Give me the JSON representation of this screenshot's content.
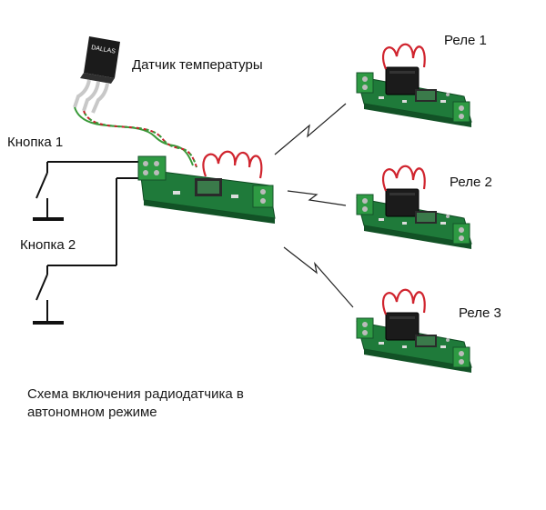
{
  "labels": {
    "sensor": "Датчик температуры",
    "button1": "Кнопка 1",
    "button2": "Кнопка 2",
    "relay1": "Реле 1",
    "relay2": "Реле 2",
    "relay3": "Реле 3",
    "caption": "Схема включения радиодатчика в автономном режиме",
    "sensor_chip_text": "DALLAS"
  },
  "colors": {
    "pcb": "#1f7a3a",
    "pcb_dark": "#125226",
    "terminal": "#2e9a43",
    "relay": "#1b1b1b",
    "antenna": "#d0242e",
    "wire_black": "#111111",
    "wire_green": "#3a9a3a",
    "wire_red": "#c8202a",
    "link_line": "#222222"
  },
  "icons": {
    "sensor": "ds18b20-sensor-icon",
    "transmitter": "radio-transmitter-board",
    "relay": "relay-board",
    "button": "push-button-symbol",
    "radio_link": "zigzag-radio-link"
  }
}
